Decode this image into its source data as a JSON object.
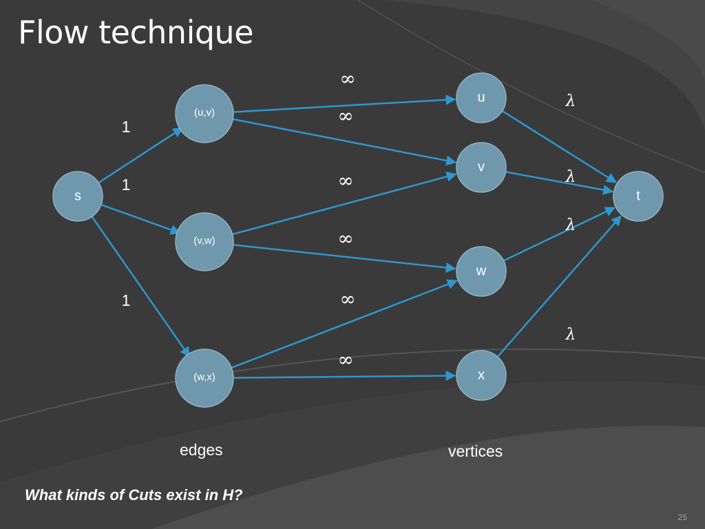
{
  "slide": {
    "title": "Flow technique",
    "question": "What kinds of Cuts exist in H?",
    "page_number": "25",
    "column_labels": {
      "edges": "edges",
      "vertices": "vertices"
    }
  },
  "colors": {
    "background": "#3a3a3a",
    "node_fill": "#6f98ad",
    "node_stroke": "#8fb2c2",
    "edge_color": "#2e97cf",
    "text": "#ffffff"
  },
  "diagram": {
    "nodes": [
      {
        "id": "s",
        "label": "s"
      },
      {
        "id": "uv",
        "label": "(u,v)"
      },
      {
        "id": "vw",
        "label": "(v,w)"
      },
      {
        "id": "wx",
        "label": "(w,x)"
      },
      {
        "id": "u",
        "label": "u"
      },
      {
        "id": "v",
        "label": "v"
      },
      {
        "id": "w",
        "label": "w"
      },
      {
        "id": "x",
        "label": "x"
      },
      {
        "id": "t",
        "label": "t"
      }
    ],
    "edges": [
      {
        "from": "s",
        "to": "uv",
        "capacity": "1"
      },
      {
        "from": "s",
        "to": "vw",
        "capacity": "1"
      },
      {
        "from": "s",
        "to": "wx",
        "capacity": "1"
      },
      {
        "from": "uv",
        "to": "u",
        "capacity": "∞"
      },
      {
        "from": "uv",
        "to": "v",
        "capacity": "∞"
      },
      {
        "from": "vw",
        "to": "v",
        "capacity": "∞"
      },
      {
        "from": "vw",
        "to": "w",
        "capacity": "∞"
      },
      {
        "from": "wx",
        "to": "w",
        "capacity": "∞"
      },
      {
        "from": "wx",
        "to": "x",
        "capacity": "∞"
      },
      {
        "from": "u",
        "to": "t",
        "capacity": "λ"
      },
      {
        "from": "v",
        "to": "t",
        "capacity": "λ"
      },
      {
        "from": "w",
        "to": "t",
        "capacity": "λ"
      },
      {
        "from": "x",
        "to": "t",
        "capacity": "λ"
      }
    ]
  }
}
